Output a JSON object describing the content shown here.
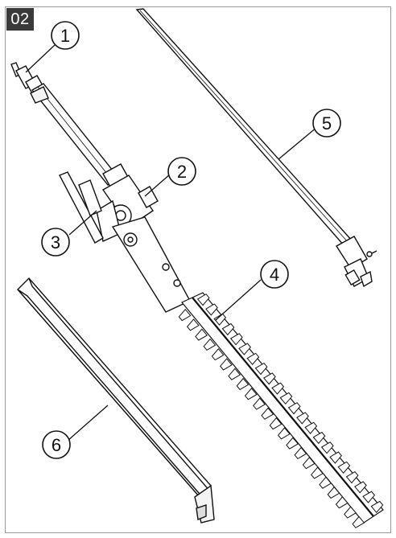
{
  "figure": {
    "number": "02"
  },
  "callouts": [
    {
      "id": "1",
      "label": "1"
    },
    {
      "id": "2",
      "label": "2"
    },
    {
      "id": "3",
      "label": "3"
    },
    {
      "id": "4",
      "label": "4"
    },
    {
      "id": "5",
      "label": "5"
    },
    {
      "id": "6",
      "label": "6"
    }
  ],
  "colors": {
    "line": "#111111",
    "badge": "#3a3a3a",
    "border": "#9a9a9a"
  }
}
